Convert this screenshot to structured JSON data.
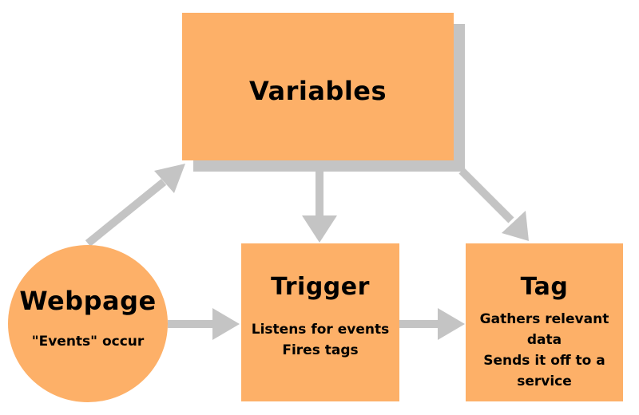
{
  "colors": {
    "node_fill": "#fdb068",
    "shadow": "#c4c4c4",
    "arrow": "#c4c4c4",
    "text": "#000000"
  },
  "nodes": {
    "variables": {
      "title": "Variables"
    },
    "webpage": {
      "title": "Webpage",
      "desc": "\"Events\" occur"
    },
    "trigger": {
      "title": "Trigger",
      "lines": [
        "Listens for events",
        "Fires tags"
      ]
    },
    "tag": {
      "title": "Tag",
      "lines": [
        "Gathers relevant",
        "data",
        "Sends it off to a",
        "service"
      ]
    }
  },
  "edges": [
    {
      "from": "webpage",
      "to": "variables"
    },
    {
      "from": "webpage",
      "to": "trigger"
    },
    {
      "from": "variables",
      "to": "trigger"
    },
    {
      "from": "variables",
      "to": "tag"
    },
    {
      "from": "trigger",
      "to": "tag"
    }
  ]
}
